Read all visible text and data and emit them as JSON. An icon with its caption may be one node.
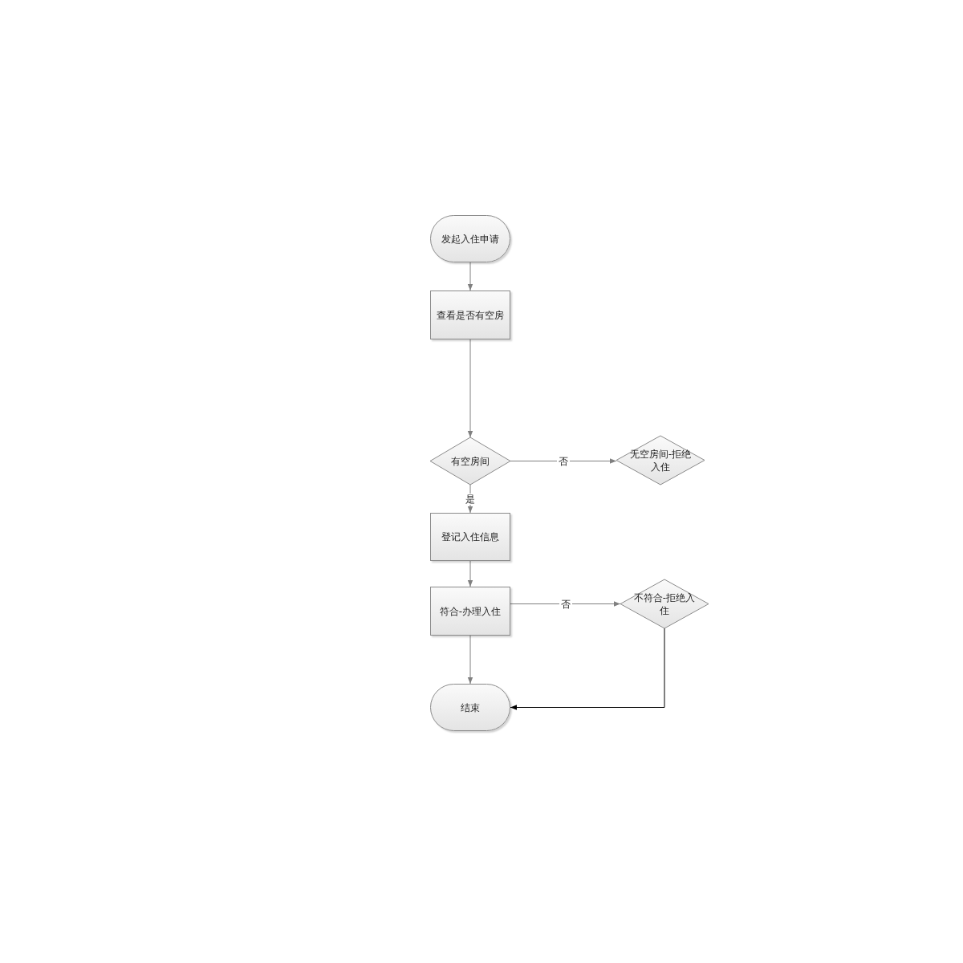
{
  "diagram": {
    "nodes": [
      {
        "text": [
          "发起入住申请"
        ]
      },
      {
        "text": [
          "查看是否有空房"
        ]
      },
      {
        "text": [
          "有空房间"
        ]
      },
      {
        "text": [
          "无空房间-拒绝入住"
        ]
      },
      {
        "text": [
          "登记入住信息"
        ]
      },
      {
        "text": [
          "符合-办理入住"
        ]
      },
      {
        "text": [
          "不符合-拒绝入住"
        ]
      },
      {
        "text": [
          "结束"
        ]
      }
    ],
    "edges": [
      {
        "from": 0,
        "to": 1,
        "arrow": "to"
      },
      {
        "from": 1,
        "to": 2,
        "arrow": "to"
      },
      {
        "from": 2,
        "to": 3,
        "arrow": "to",
        "label": "否"
      },
      {
        "from": 2,
        "to": 4,
        "arrow": "to",
        "label": "是"
      },
      {
        "from": 4,
        "to": 5,
        "arrow": "to"
      },
      {
        "from": 5,
        "to": 6,
        "arrow": "to",
        "label": "否"
      },
      {
        "from": 5,
        "to": 7,
        "arrow": "to"
      },
      {
        "from": 6,
        "to": 7,
        "arrow": "to",
        "color": "#000000"
      }
    ]
  }
}
